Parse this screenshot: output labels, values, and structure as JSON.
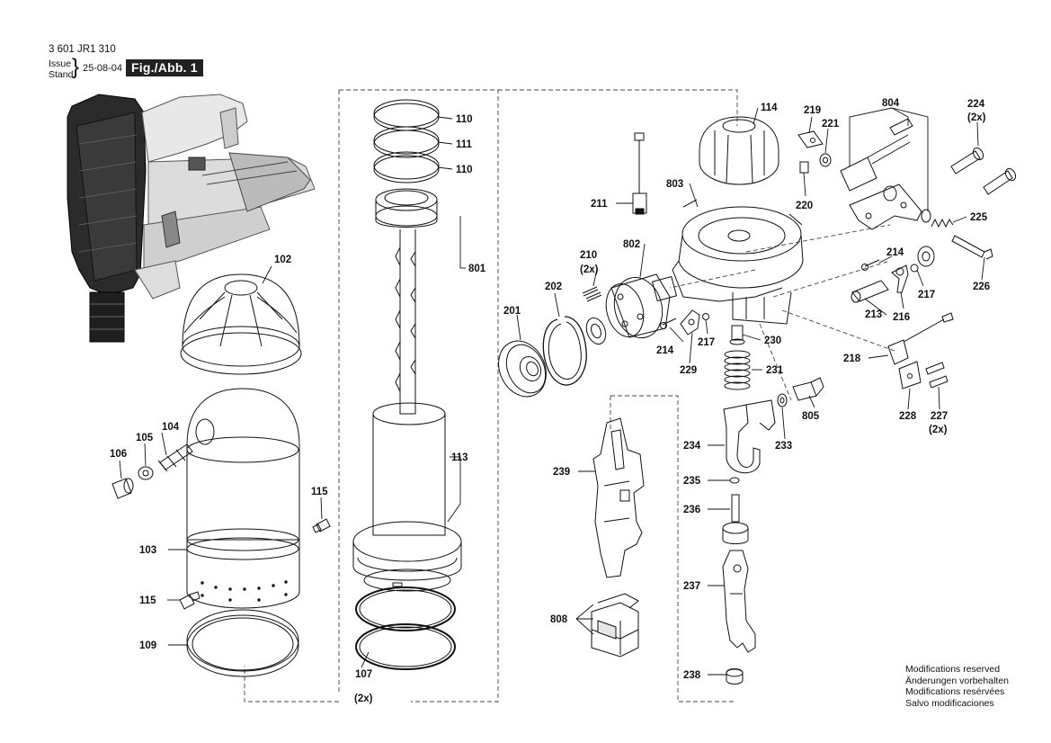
{
  "header": {
    "doc_number": "3 601 JR1 310",
    "issue_label": "Issue",
    "stand_label": "Stand",
    "date": "25-08-04",
    "figure_label": "Fig./Abb. 1"
  },
  "modifications_notice": [
    "Modifications reserved",
    "Änderungen vorbehalten",
    "Modifications resérvées",
    "Salvo modificaciones"
  ],
  "part_labels": {
    "p102": "102",
    "p103": "103",
    "p104": "104",
    "p105": "105",
    "p106": "106",
    "p107": "107",
    "p107q": "(2x)",
    "p109": "109",
    "p110a": "110",
    "p110b": "110",
    "p111": "111",
    "p113": "113",
    "p114": "114",
    "p115a": "115",
    "p115b": "115",
    "p201": "201",
    "p202": "202",
    "p210": "210",
    "p210q": "(2x)",
    "p211": "211",
    "p213": "213",
    "p214a": "214",
    "p214b": "214",
    "p216": "216",
    "p217a": "217",
    "p217b": "217",
    "p218": "218",
    "p219": "219",
    "p220": "220",
    "p221": "221",
    "p224": "224",
    "p224q": "(2x)",
    "p225": "225",
    "p226": "226",
    "p227": "227",
    "p227q": "(2x)",
    "p228": "228",
    "p229": "229",
    "p230": "230",
    "p231": "231",
    "p233": "233",
    "p234": "234",
    "p235": "235",
    "p236": "236",
    "p237": "237",
    "p238": "238",
    "p239": "239",
    "p801": "801",
    "p802": "802",
    "p803": "803",
    "p804": "804",
    "p805": "805",
    "p808": "808"
  }
}
